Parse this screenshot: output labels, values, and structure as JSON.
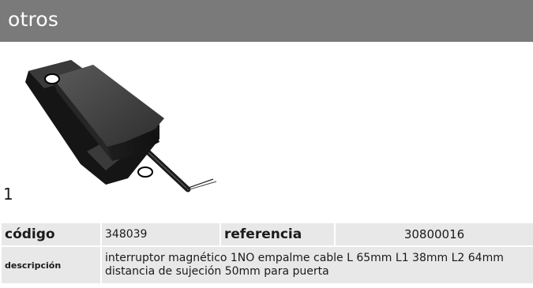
{
  "header": {
    "title": "otros"
  },
  "item": {
    "number": "1"
  },
  "table": {
    "codigo_label": "código",
    "codigo_value": "348039",
    "referencia_label": "referencia",
    "referencia_value": "30800016",
    "descripcion_label": "descripción",
    "descripcion_value": "interruptor magnético  1NO empalme cable L 65mm L1 38mm L2 64mm distancia de sujeción 50mm para puerta"
  },
  "colors": {
    "header_bg": "#7a7a7a",
    "cell_bg": "#e8e8e8"
  }
}
